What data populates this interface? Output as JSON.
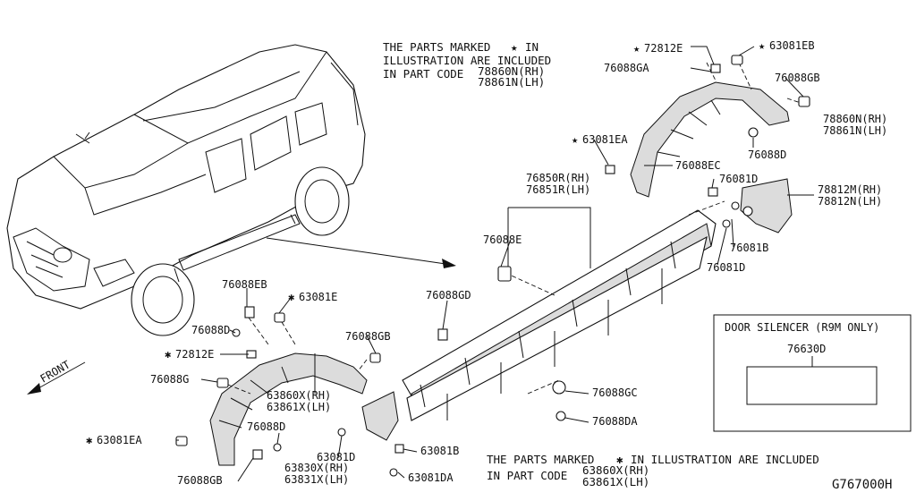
{
  "note_top": {
    "line1": "THE PARTS MARKED",
    "line1b": "IN",
    "line2": "ILLUSTRATION ARE INCLUDED",
    "line3": "IN PART CODE",
    "code_rh": "78860N(RH)",
    "code_lh": "78861N(LH)"
  },
  "note_bottom": {
    "line1": "THE PARTS MARKED",
    "line1b": "IN ILLUSTRATION ARE INCLUDED",
    "line2": "IN PART CODE",
    "code_rh": "63860X(RH)",
    "code_lh": "63861X(LH)"
  },
  "door_silencer": {
    "title": "DOOR SILENCER (R9M ONLY)",
    "part": "76630D"
  },
  "front_label": "FRONT",
  "drawing_code": "G767000H",
  "labels": {
    "p72812E_top": "72812E",
    "p63081EB": "63081EB",
    "p76088GA": "76088GA",
    "p76088GB_top": "76088GB",
    "p78860N": "78860N(RH)",
    "p78861N": "78861N(LH)",
    "p76088D_top": "76088D",
    "p63081EA_top": "63081EA",
    "p76088EC": "76088EC",
    "p76081D_a": "76081D",
    "p78812M": "78812M(RH)",
    "p78812N": "78812N(LH)",
    "p76850R": "76850R(RH)",
    "p76851R": "76851R(LH)",
    "p76088E": "76088E",
    "p76081B": "76081B",
    "p76081D_b": "76081D",
    "p76088EB": "76088EB",
    "p63081E": "63081E",
    "p76088D_mid": "76088D",
    "p76088GD": "76088GD",
    "p76088GB_mid": "76088GB",
    "p72812E_mid": "72812E",
    "p76088G": "76088G",
    "p63860X": "63860X(RH)",
    "p63861X": "63861X(LH)",
    "p76088D_low": "76088D",
    "p63081EA_low": "63081EA",
    "p76088GB_low": "76088GB",
    "p63081D": "63081D",
    "p63081B": "63081B",
    "p63830X": "63830X(RH)",
    "p63831X": "63831X(LH)",
    "p63081DA": "63081DA",
    "p76088GC": "76088GC",
    "p76088DA": "76088DA"
  }
}
